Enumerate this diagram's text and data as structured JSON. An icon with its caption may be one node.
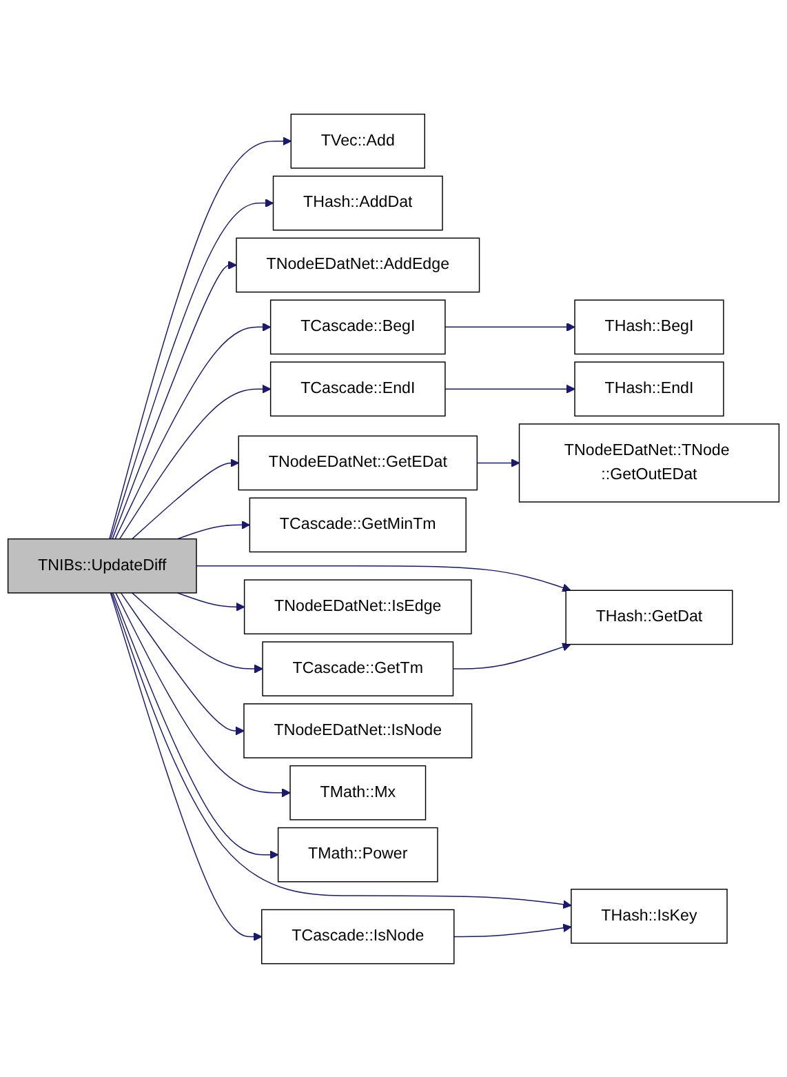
{
  "diagram": {
    "nodes": [
      {
        "text": [
          "TNIBs::UpdateDiff"
        ]
      },
      {
        "text": [
          "TVec::Add"
        ]
      },
      {
        "text": [
          "THash::AddDat"
        ]
      },
      {
        "text": [
          "TNodeEDatNet::AddEdge"
        ]
      },
      {
        "text": [
          "TCascade::BegI"
        ]
      },
      {
        "text": [
          "THash::BegI"
        ]
      },
      {
        "text": [
          "TCascade::EndI"
        ]
      },
      {
        "text": [
          "THash::EndI"
        ]
      },
      {
        "text": [
          "TNodeEDatNet::GetEDat"
        ]
      },
      {
        "text": [
          "TNodeEDatNet::TNode ::GetOutEDat"
        ]
      },
      {
        "text": [
          "THash::GetDat"
        ]
      },
      {
        "text": [
          "TCascade::GetMinTm"
        ]
      },
      {
        "text": [
          "TCascade::GetTm"
        ]
      },
      {
        "text": [
          "TNodeEDatNet::IsEdge"
        ]
      },
      {
        "text": [
          "THash::IsKey"
        ]
      },
      {
        "text": [
          "TCascade::IsNode"
        ]
      },
      {
        "text": [
          "TNodeEDatNet::IsNode"
        ]
      },
      {
        "text": [
          "TMath::Mx"
        ]
      },
      {
        "text": [
          "TMath::Power"
        ]
      }
    ],
    "edges": [
      {
        "from": 0,
        "to": 1,
        "arrow": "to"
      },
      {
        "from": 0,
        "to": 2,
        "arrow": "to"
      },
      {
        "from": 0,
        "to": 3,
        "arrow": "to"
      },
      {
        "from": 0,
        "to": 4,
        "arrow": "to"
      },
      {
        "from": 4,
        "to": 5,
        "arrow": "to"
      },
      {
        "from": 0,
        "to": 6,
        "arrow": "to"
      },
      {
        "from": 6,
        "to": 7,
        "arrow": "to"
      },
      {
        "from": 0,
        "to": 8,
        "arrow": "to"
      },
      {
        "from": 8,
        "to": 9,
        "arrow": "to"
      },
      {
        "from": 0,
        "to": 10,
        "arrow": "to"
      },
      {
        "from": 0,
        "to": 11,
        "arrow": "to"
      },
      {
        "from": 0,
        "to": 12,
        "arrow": "to"
      },
      {
        "from": 12,
        "to": 10,
        "arrow": "to"
      },
      {
        "from": 0,
        "to": 13,
        "arrow": "to"
      },
      {
        "from": 0,
        "to": 14,
        "arrow": "to"
      },
      {
        "from": 0,
        "to": 15,
        "arrow": "to"
      },
      {
        "from": 15,
        "to": 14,
        "arrow": "to"
      },
      {
        "from": 0,
        "to": 16,
        "arrow": "to"
      },
      {
        "from": 0,
        "to": 17,
        "arrow": "to"
      },
      {
        "from": 0,
        "to": 18,
        "arrow": "to"
      }
    ]
  }
}
